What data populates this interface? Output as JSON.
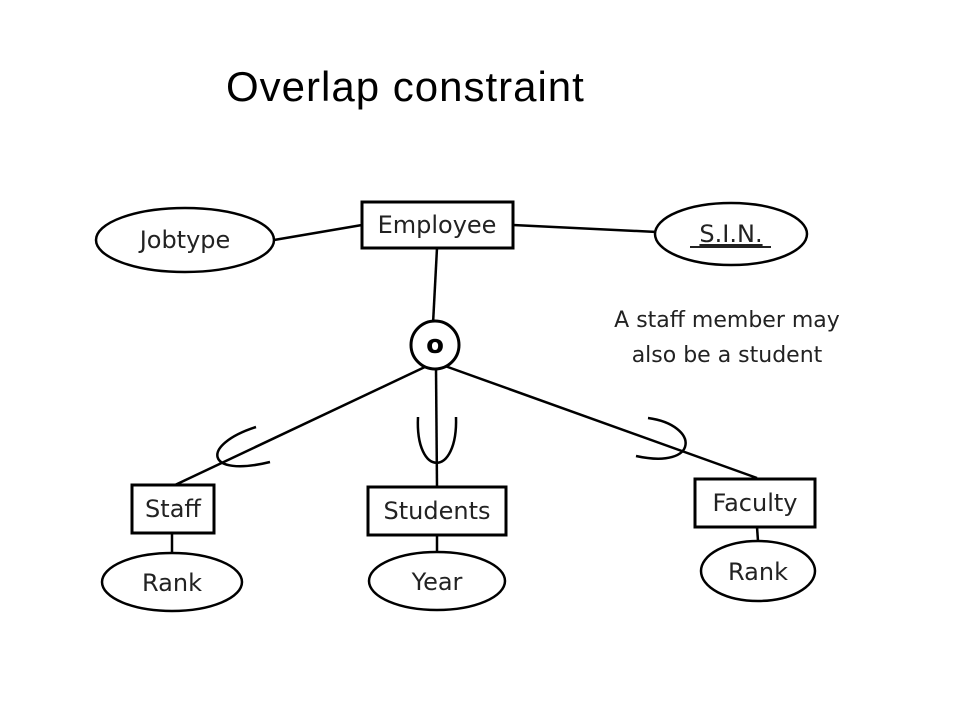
{
  "title": "Overlap constraint",
  "diagram": {
    "superclass": {
      "label": "Employee"
    },
    "attributes": {
      "jobtype": "Jobtype",
      "sin": "S.I.N."
    },
    "constraint_symbol": "o",
    "note": {
      "line1": "A staff member may",
      "line2": "also be a student"
    },
    "subclasses": {
      "staff": {
        "label": "Staff",
        "attribute": "Rank"
      },
      "students": {
        "label": "Students",
        "attribute": "Year"
      },
      "faculty": {
        "label": "Faculty",
        "attribute": "Rank"
      }
    }
  }
}
